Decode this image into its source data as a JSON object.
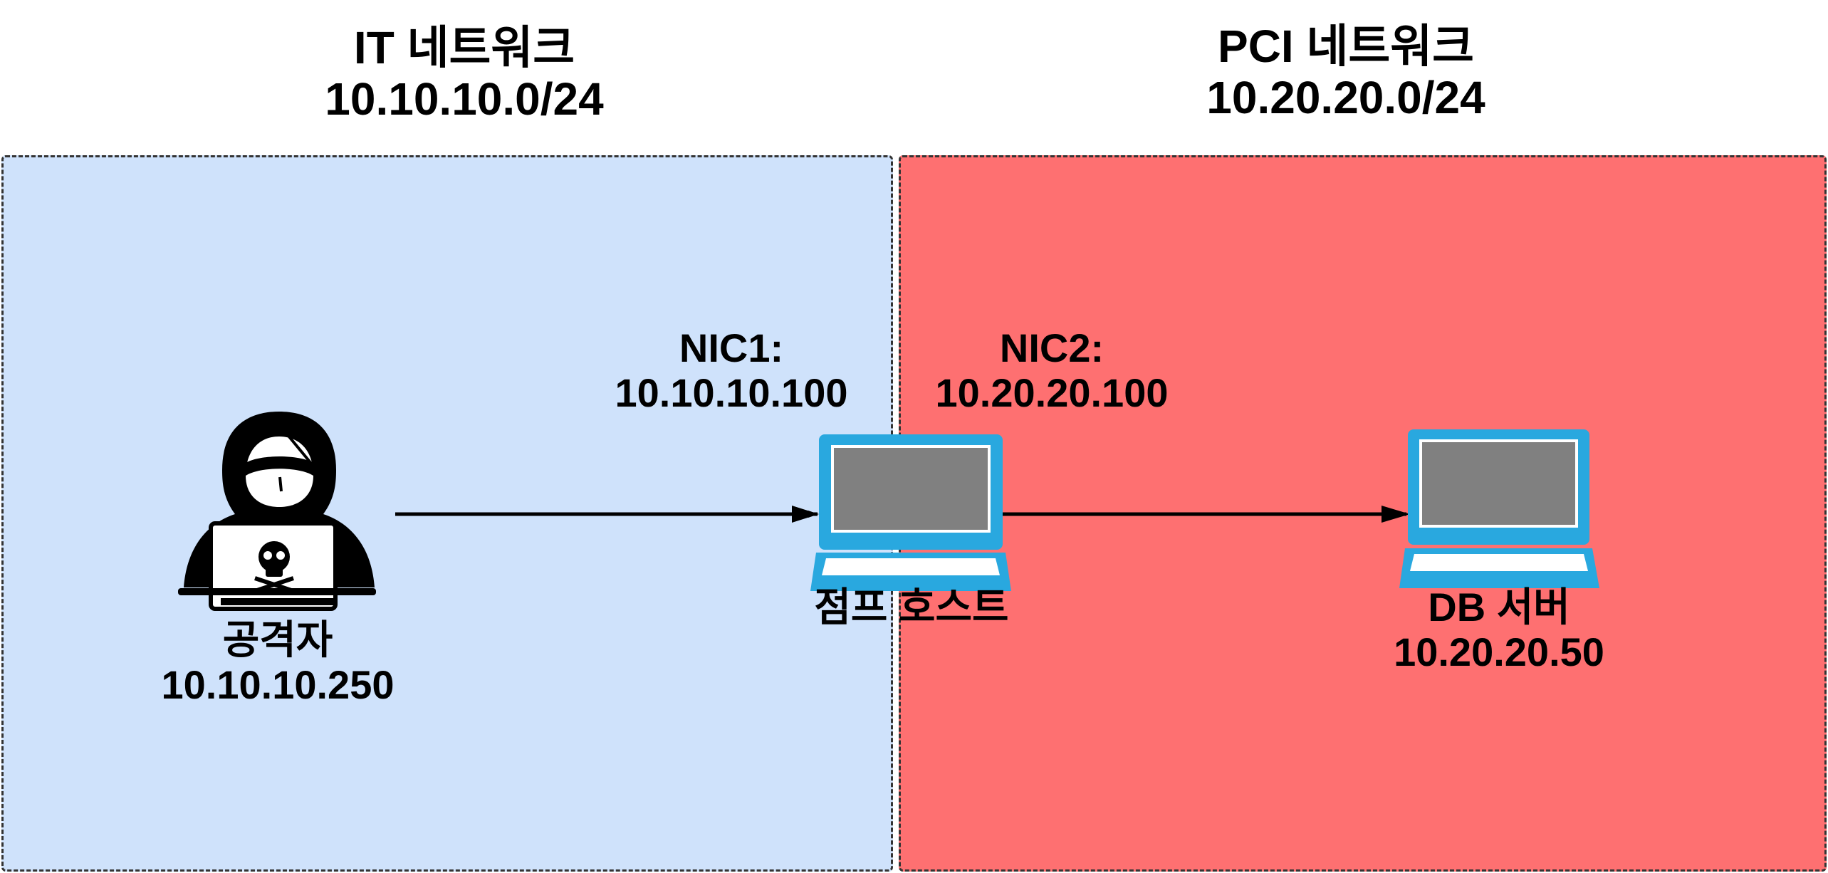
{
  "zones": {
    "it": {
      "title": "IT 네트워크",
      "subnet": "10.10.10.0/24",
      "fill": "#cfe2fb"
    },
    "pci": {
      "title": "PCI 네트워크",
      "subnet": "10.20.20.0/24",
      "fill": "#fe7071"
    }
  },
  "nodes": {
    "attacker": {
      "name": "공격자",
      "ip": "10.10.10.250",
      "icon": "hacker-icon"
    },
    "jump_host": {
      "name": "점프 호스트",
      "icon": "laptop-icon"
    },
    "db_server": {
      "name": "DB 서버",
      "ip": "10.20.20.50",
      "icon": "laptop-icon"
    }
  },
  "interfaces": {
    "nic1": {
      "name": "NIC1:",
      "ip": "10.10.10.100"
    },
    "nic2": {
      "name": "NIC2:",
      "ip": "10.20.20.100"
    }
  },
  "connections": [
    {
      "from": "attacker",
      "to": "jump_host"
    },
    {
      "from": "jump_host",
      "to": "db_server"
    }
  ],
  "colors": {
    "laptop_frame": "#29a8df",
    "laptop_screen": "#808080",
    "border": "#333333"
  }
}
